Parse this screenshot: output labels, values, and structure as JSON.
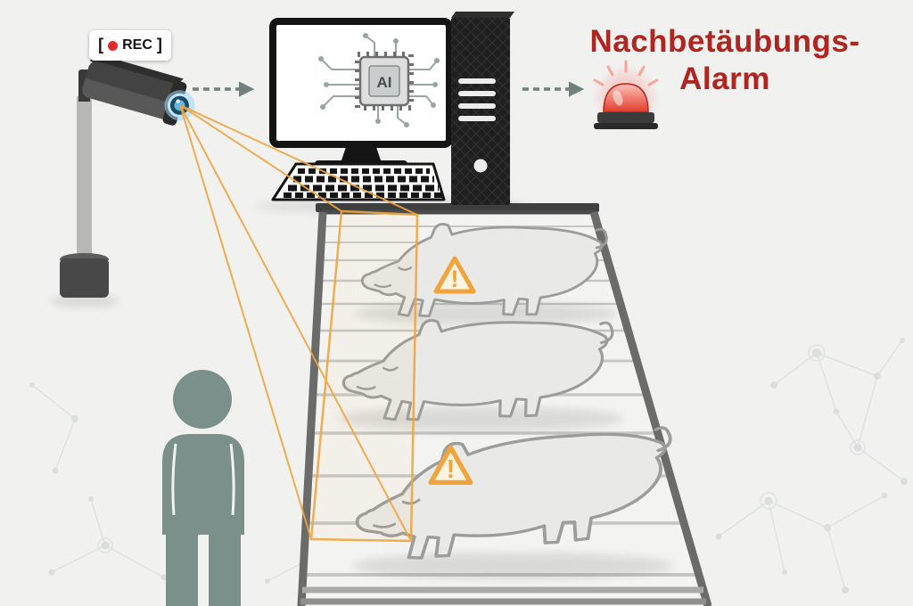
{
  "camera": {
    "rec_badge": {
      "bracket_left": "[",
      "label": "REC",
      "bracket_right": "]",
      "dot_color": "#e02b2b"
    }
  },
  "computer": {
    "chip_label": "AI"
  },
  "flow_arrows": {
    "color": "#6f807d",
    "style": "dashed",
    "count": 2
  },
  "alarm": {
    "title_line1": "Nachbetäubungs-",
    "title_line2": "Alarm",
    "title_color": "#b12521",
    "siren_red": "#e03a2d"
  },
  "fov": {
    "color": "#f1a53f"
  },
  "warnings": {
    "symbol": "!",
    "color": "#f2a33c",
    "count": 2
  },
  "pigs": {
    "count": 3,
    "fill": "#e9e9e8",
    "outline": "#9c9c9b"
  },
  "person": {
    "color": "#7b8f8b"
  },
  "conveyor": {
    "frame_color": "#4a4a4a",
    "belt_color": "#f1f1f0"
  }
}
